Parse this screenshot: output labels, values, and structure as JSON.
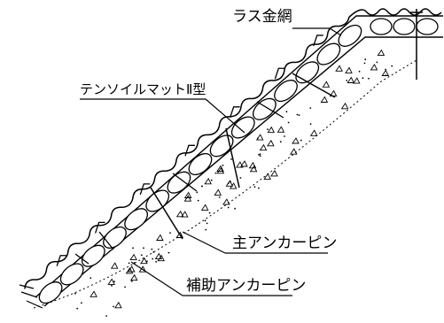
{
  "diagram": {
    "labels": {
      "lath_mesh": "ラス金網",
      "tensoil_mat": "テンソイルマットⅡ型",
      "main_anchor": "主アンカーピン",
      "aux_anchor": "補助アンカーピン"
    },
    "colors": {
      "line": "#000000",
      "background": "#ffffff"
    }
  }
}
